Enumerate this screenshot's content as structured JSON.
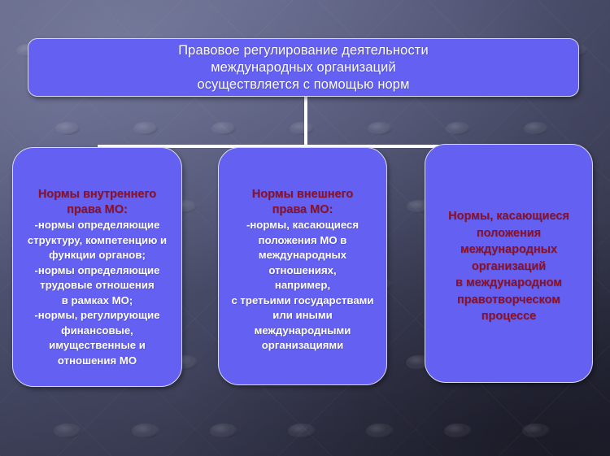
{
  "slide": {
    "type": "hierarchy-diagram",
    "language": "ru",
    "colors": {
      "box_fill": "#6360f2",
      "box_border": "#d8d9f2",
      "connector": "#ffffff",
      "heading_text": "#8c1127",
      "body_text": "#ffffff",
      "background_dark": "#26283a",
      "background_light": "#6d7192"
    }
  },
  "root": {
    "lines": [
      "Правовое регулирование деятельности",
      "международных организаций",
      "осуществляется с помощью норм"
    ]
  },
  "branches": [
    {
      "id": "internal",
      "heading_lines": [
        "Нормы внутреннего",
        "права МО:"
      ],
      "body_lines": [
        "-нормы определяющие",
        "структуру, компетенцию и",
        "функции органов;",
        "-нормы определяющие",
        "трудовые отношения",
        "в рамках МО;",
        "-нормы, регулирующие",
        "финансовые,",
        "имущественные и",
        "отношения МО"
      ]
    },
    {
      "id": "external",
      "heading_lines": [
        "Нормы внешнего",
        "права МО:"
      ],
      "body_lines": [
        "-нормы, касающиеся",
        "положения МО в",
        "международных",
        "отношениях,",
        "например,",
        "с третьими государствами",
        "или иными",
        "международными",
        "организациями"
      ]
    },
    {
      "id": "lawmaking",
      "heading_lines": [],
      "body_dark_lines": [
        "Нормы, касающиеся",
        "положения",
        "международных",
        "организаций",
        "в международном",
        "правотворческом",
        "процессе"
      ]
    }
  ]
}
